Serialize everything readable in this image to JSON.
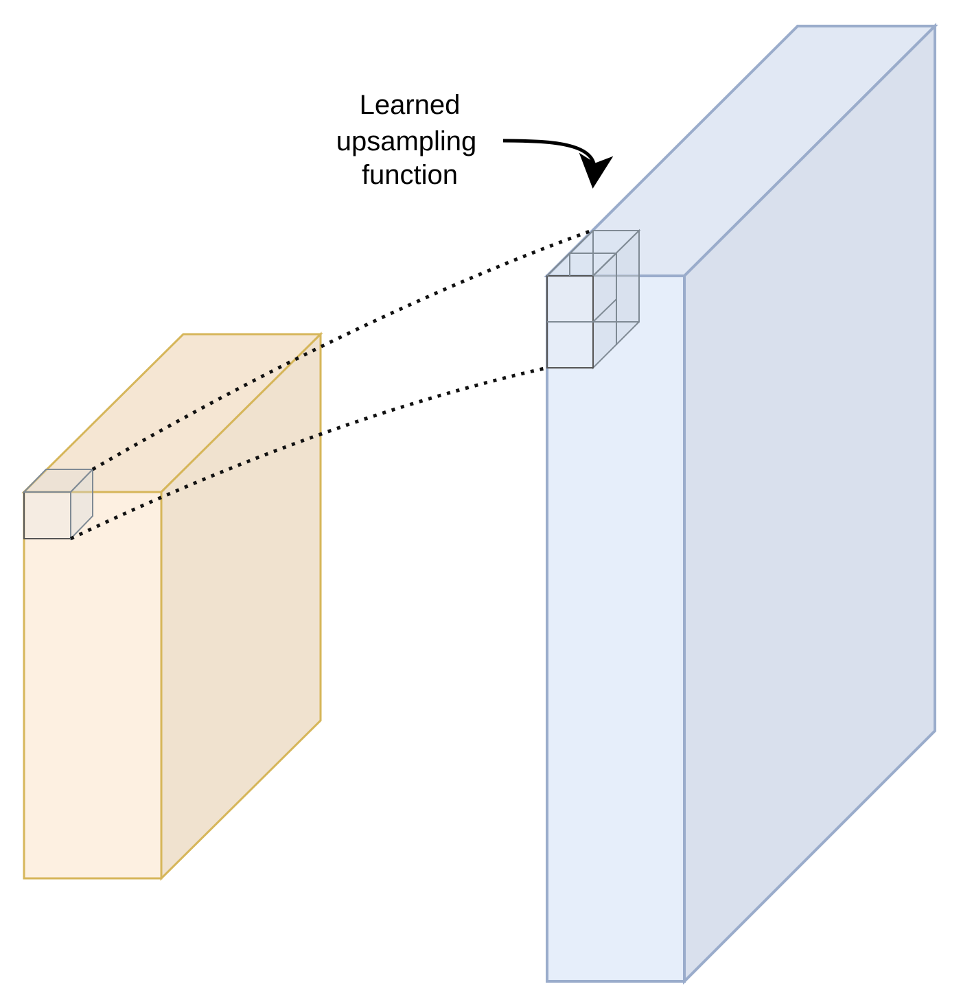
{
  "annotation": {
    "lines": [
      "Learned",
      "upsampling",
      "function"
    ]
  },
  "colors": {
    "input_block_stroke": "#d6b65a",
    "input_block_front": "#fdf0e1",
    "input_block_side": "#f0e2cf",
    "input_block_top": "#f5e6d3",
    "output_block_stroke": "#9aaccb",
    "output_block_front": "#e6eefa",
    "output_block_side": "#d9e0ed",
    "output_block_top": "#e1e8f4",
    "cell_stroke": "#7f8a94",
    "connector": "#111111",
    "arrow": "#000000"
  }
}
